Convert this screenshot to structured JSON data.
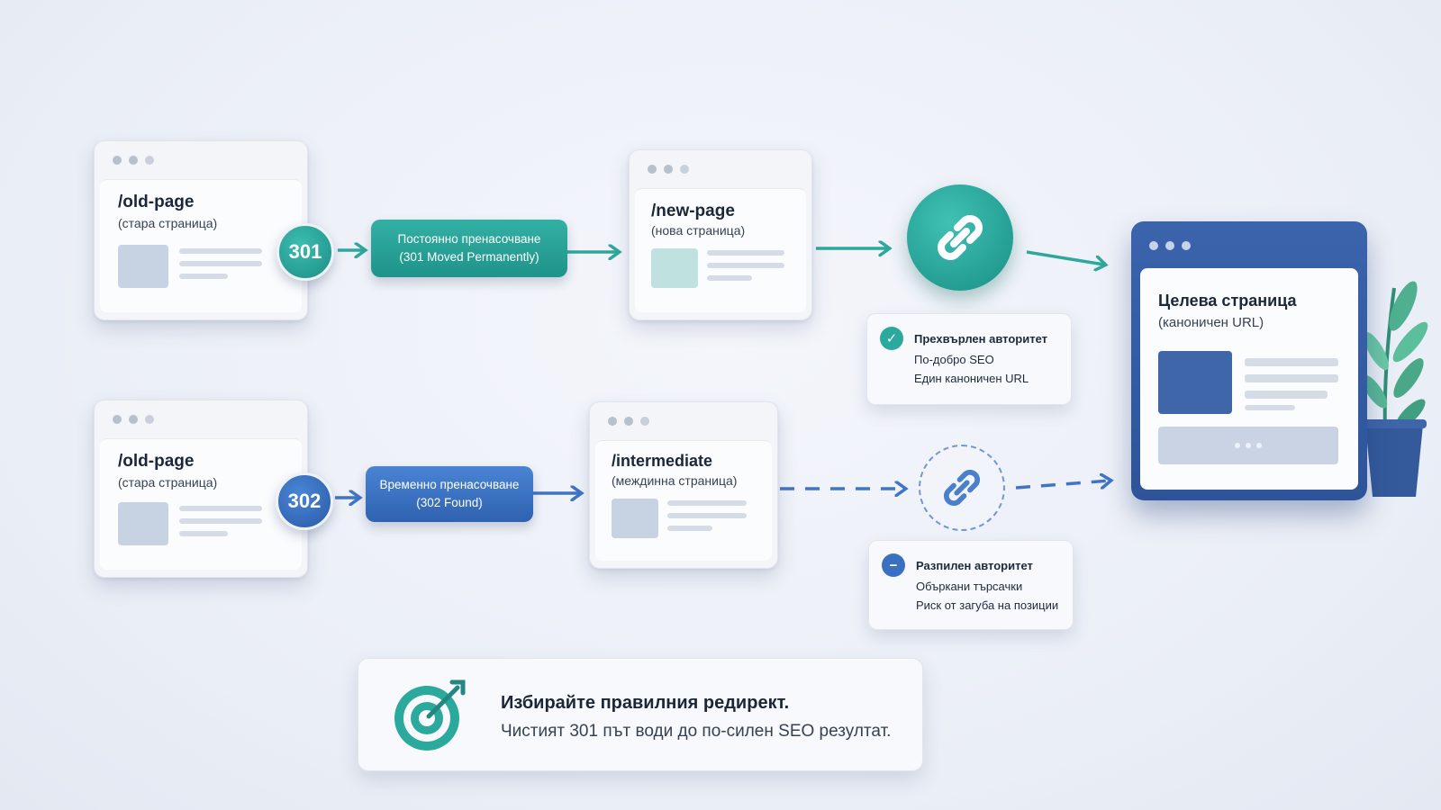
{
  "row_301": {
    "old_url": "/old-page",
    "old_sub": "(стара страница)",
    "code": "301",
    "pill_line1": "Постоянно пренасочване",
    "pill_line2": "(301 Moved Permanently)",
    "new_url": "/new-page",
    "new_sub": "(нова страница)"
  },
  "row_302": {
    "old_url": "/old-page",
    "old_sub": "(стара страница)",
    "code": "302",
    "pill_line1": "Временно пренасочване",
    "pill_line2": "(302 Found)",
    "mid_url": "/intermediate",
    "mid_sub": "(междинна страница)"
  },
  "benefit_301": {
    "title": "Прехвърлен авторитет",
    "items": [
      "По-добро SEO",
      "Един каноничен URL"
    ]
  },
  "drawback_302": {
    "title": "Разпилен авторитет",
    "items": [
      "Объркани търсачки",
      "Риск от загуба на позиции"
    ]
  },
  "target": {
    "title": "Целева страница",
    "sub": "(каноничен URL)"
  },
  "summary": {
    "title": "Избирайте правилния редирект.",
    "text": "Чистият 301 път води до по-силен SEO резултат."
  },
  "colors": {
    "teal": "#1f9389",
    "blue": "#2f62b0",
    "target_blue": "#2e5399"
  }
}
